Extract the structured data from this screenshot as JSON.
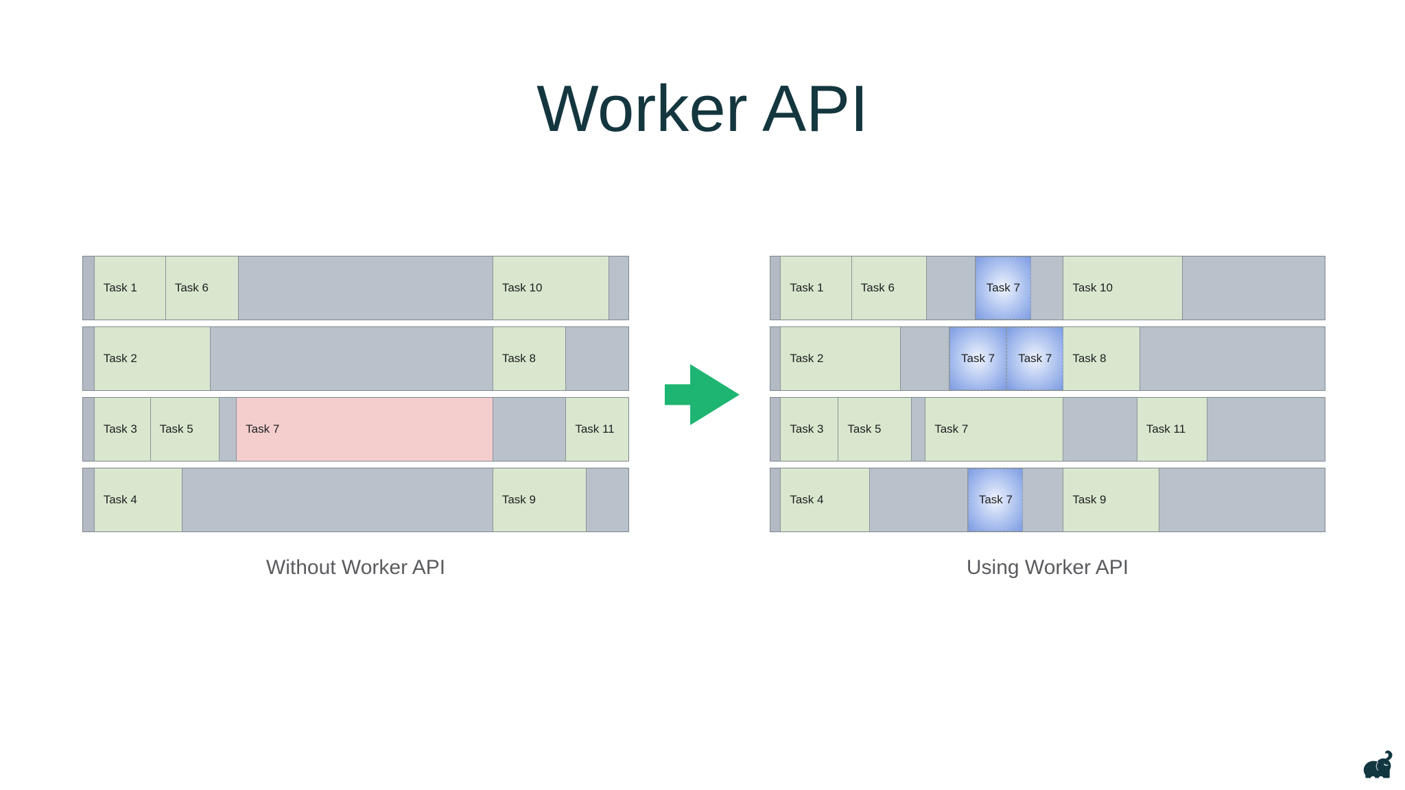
{
  "title": "Worker API",
  "colors": {
    "title": "#14363f",
    "label": "#595b5e",
    "green": "#d9e7ce",
    "gray": "#b9c1ca",
    "strip": "#b3bac3",
    "pink": "#f4cecd",
    "border": "#8a929b",
    "border-dark": "#7d858d",
    "arrow": "#1db571",
    "blue-edge": "#7d9ce3",
    "blue-mid": "#b6c9f1",
    "blue-center": "#f0f4fe",
    "logo": "#123741"
  },
  "diagrams": [
    {
      "caption": "Without Worker API",
      "rows": [
        {
          "segments": [
            {
              "kind": "strip",
              "w": 2.1
            },
            {
              "kind": "task",
              "label": "Task 1",
              "w": 13.1
            },
            {
              "kind": "task",
              "label": "Task 6",
              "w": 13.4
            },
            {
              "kind": "idle",
              "w": 46.6
            },
            {
              "kind": "task",
              "label": "Task 10",
              "w": 21.3
            },
            {
              "kind": "idle",
              "w": 3.5
            }
          ]
        },
        {
          "segments": [
            {
              "kind": "strip",
              "w": 2.1
            },
            {
              "kind": "task",
              "label": "Task 2",
              "w": 21.3
            },
            {
              "kind": "idle",
              "w": 51.8
            },
            {
              "kind": "task",
              "label": "Task 8",
              "w": 13.3
            },
            {
              "kind": "idle",
              "w": 11.5
            }
          ]
        },
        {
          "segments": [
            {
              "kind": "strip",
              "w": 2.1
            },
            {
              "kind": "task",
              "label": "Task 3",
              "w": 10.3
            },
            {
              "kind": "task",
              "label": "Task 5",
              "w": 12.6
            },
            {
              "kind": "idle",
              "w": 3.2
            },
            {
              "kind": "blocked",
              "label": "Task 7",
              "w": 47.0
            },
            {
              "kind": "idle",
              "w": 13.4
            },
            {
              "kind": "task",
              "label": "Task 11",
              "w": 11.4
            }
          ]
        },
        {
          "segments": [
            {
              "kind": "strip",
              "w": 2.1
            },
            {
              "kind": "task",
              "label": "Task 4",
              "w": 16.1
            },
            {
              "kind": "idle",
              "w": 57.0
            },
            {
              "kind": "task",
              "label": "Task 9",
              "w": 17.1
            },
            {
              "kind": "idle",
              "w": 7.7
            }
          ]
        }
      ]
    },
    {
      "caption": "Using Worker API",
      "rows": [
        {
          "segments": [
            {
              "kind": "strip",
              "w": 1.9
            },
            {
              "kind": "task",
              "label": "Task 1",
              "w": 12.8
            },
            {
              "kind": "task",
              "label": "Task 6",
              "w": 13.5
            },
            {
              "kind": "idle",
              "w": 8.8
            },
            {
              "kind": "worker",
              "label": "Task 7",
              "w": 10.0
            },
            {
              "kind": "idle",
              "w": 5.9
            },
            {
              "kind": "task",
              "label": "Task 10",
              "w": 21.5
            },
            {
              "kind": "idle",
              "w": 25.6
            }
          ]
        },
        {
          "segments": [
            {
              "kind": "strip",
              "w": 1.9
            },
            {
              "kind": "task",
              "label": "Task 2",
              "w": 21.6
            },
            {
              "kind": "idle",
              "w": 8.8
            },
            {
              "kind": "worker",
              "label": "Task 7",
              "w": 10.3
            },
            {
              "kind": "worker",
              "label": "Task 7",
              "w": 10.3
            },
            {
              "kind": "task",
              "label": "Task 8",
              "w": 13.8
            },
            {
              "kind": "idle",
              "w": 33.3
            }
          ]
        },
        {
          "segments": [
            {
              "kind": "strip",
              "w": 1.9
            },
            {
              "kind": "task",
              "label": "Task 3",
              "w": 10.4
            },
            {
              "kind": "task",
              "label": "Task 5",
              "w": 13.2
            },
            {
              "kind": "idle",
              "w": 2.5
            },
            {
              "kind": "task",
              "label": "Task 7",
              "w": 24.9
            },
            {
              "kind": "idle",
              "w": 13.3
            },
            {
              "kind": "task",
              "label": "Task 11",
              "w": 12.7
            },
            {
              "kind": "idle",
              "w": 21.1
            }
          ]
        },
        {
          "segments": [
            {
              "kind": "strip",
              "w": 1.9
            },
            {
              "kind": "task",
              "label": "Task 4",
              "w": 16.0
            },
            {
              "kind": "idle",
              "w": 17.8
            },
            {
              "kind": "worker",
              "label": "Task 7",
              "w": 9.9
            },
            {
              "kind": "idle",
              "w": 7.3
            },
            {
              "kind": "task",
              "label": "Task 9",
              "w": 17.3
            },
            {
              "kind": "idle",
              "w": 29.8
            }
          ]
        }
      ]
    }
  ],
  "arrow_icon": "right-arrow",
  "logo_icon": "mammoth-elephant-logo"
}
